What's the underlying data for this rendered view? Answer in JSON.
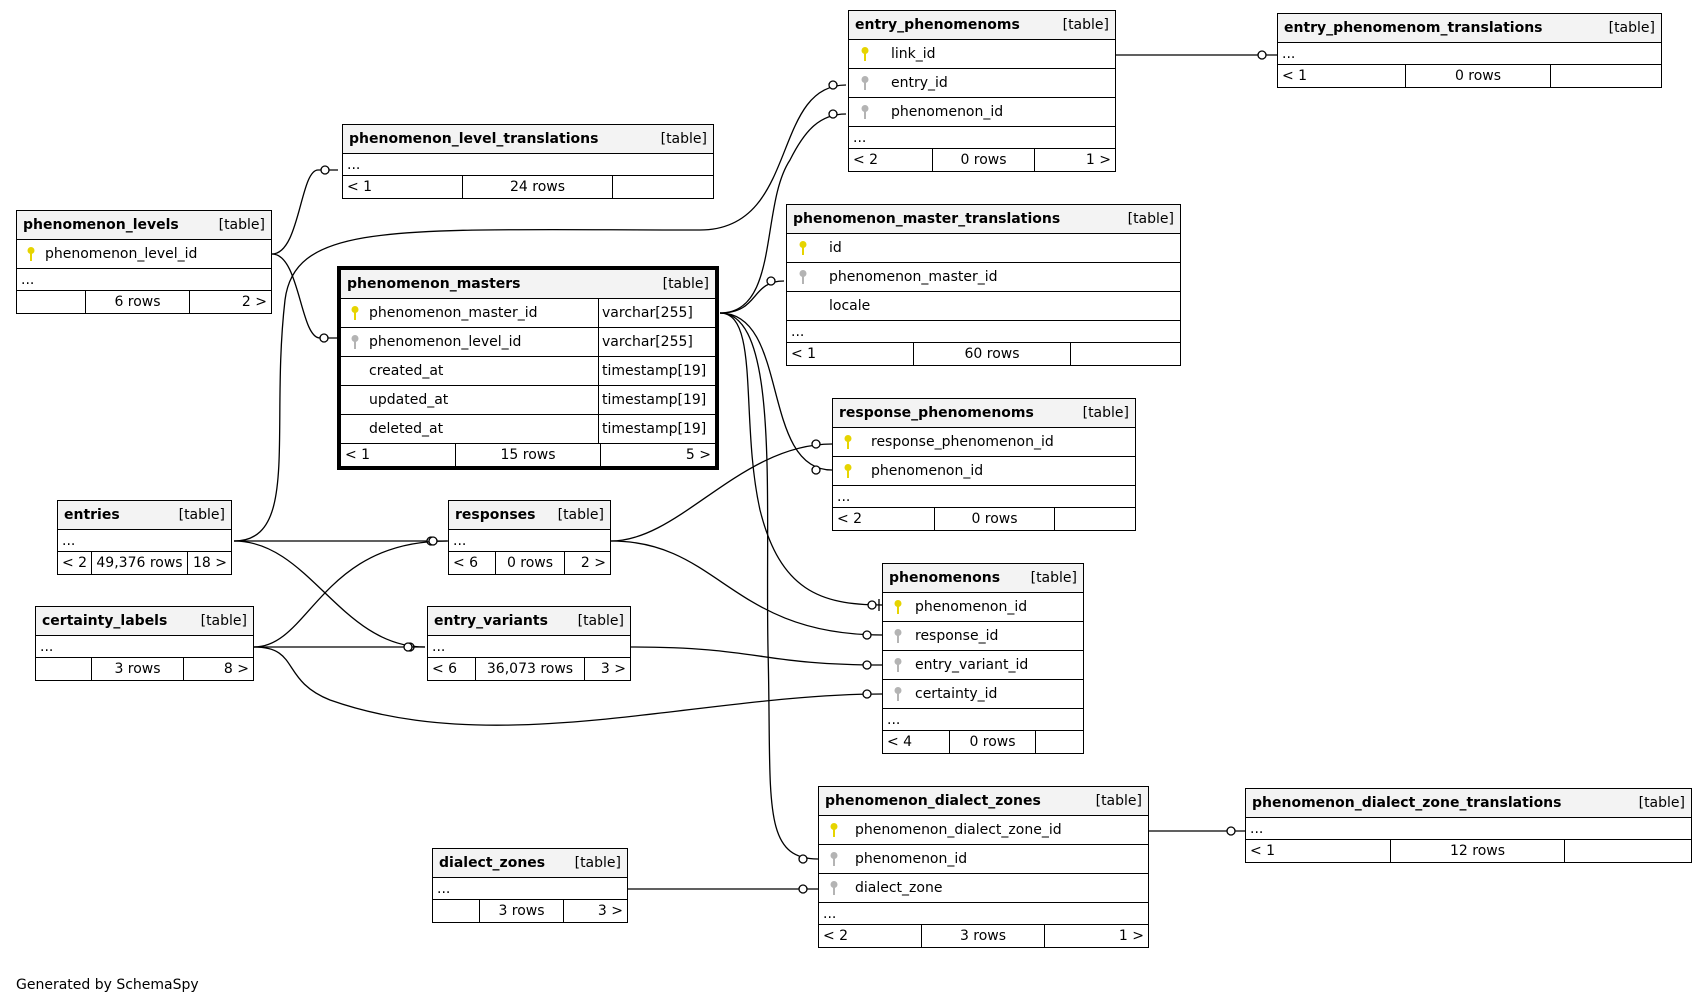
{
  "footer": {
    "generated_by": "Generated by SchemaSpy"
  },
  "colors": {
    "primary_key": "#e6d400",
    "foreign_key": "#b4b4b4"
  },
  "tables": {
    "phenomenon_levels": {
      "name": "phenomenon_levels",
      "tag": "[table]",
      "columns": [
        {
          "name": "phenomenon_level_id",
          "key": "primary-key-icon"
        }
      ],
      "more": "...",
      "foot": {
        "left": "",
        "mid": "6 rows",
        "right": "2 >"
      }
    },
    "phenomenon_level_translations": {
      "name": "phenomenon_level_translations",
      "tag": "[table]",
      "more": "...",
      "foot": {
        "left": "< 1",
        "mid": "24 rows",
        "right": ""
      }
    },
    "phenomenon_masters": {
      "name": "phenomenon_masters",
      "tag": "[table]",
      "columns": [
        {
          "name": "phenomenon_master_id",
          "type": "varchar[255]",
          "key": "primary-key-icon"
        },
        {
          "name": "phenomenon_level_id",
          "type": "varchar[255]",
          "key": "foreign-key-icon"
        },
        {
          "name": "created_at",
          "type": "timestamp[19]",
          "key": ""
        },
        {
          "name": "updated_at",
          "type": "timestamp[19]",
          "key": ""
        },
        {
          "name": "deleted_at",
          "type": "timestamp[19]",
          "key": ""
        }
      ],
      "foot": {
        "left": "< 1",
        "mid": "15 rows",
        "right": "5 >"
      }
    },
    "entries": {
      "name": "entries",
      "tag": "[table]",
      "more": "...",
      "foot": {
        "left": "< 2",
        "mid": "49,376 rows",
        "right": "18 >"
      }
    },
    "certainty_labels": {
      "name": "certainty_labels",
      "tag": "[table]",
      "more": "...",
      "foot": {
        "left": "",
        "mid": "3 rows",
        "right": "8 >"
      }
    },
    "responses": {
      "name": "responses",
      "tag": "[table]",
      "more": "...",
      "foot": {
        "left": "< 6",
        "mid": "0 rows",
        "right": "2 >"
      }
    },
    "entry_variants": {
      "name": "entry_variants",
      "tag": "[table]",
      "more": "...",
      "foot": {
        "left": "< 6",
        "mid": "36,073 rows",
        "right": "3 >"
      }
    },
    "dialect_zones": {
      "name": "dialect_zones",
      "tag": "[table]",
      "more": "...",
      "foot": {
        "left": "",
        "mid": "3 rows",
        "right": "3 >"
      }
    },
    "entry_phenomenoms": {
      "name": "entry_phenomenoms",
      "tag": "[table]",
      "columns": [
        {
          "name": "link_id",
          "key": "primary-key-icon"
        },
        {
          "name": "entry_id",
          "key": "foreign-key-icon"
        },
        {
          "name": "phenomenon_id",
          "key": "foreign-key-icon"
        }
      ],
      "more": "...",
      "foot": {
        "left": "< 2",
        "mid": "0 rows",
        "right": "1 >"
      }
    },
    "entry_phenomenom_translations": {
      "name": "entry_phenomenom_translations",
      "tag": "[table]",
      "more": "...",
      "foot": {
        "left": "< 1",
        "mid": "0 rows",
        "right": ""
      }
    },
    "phenomenon_master_translations": {
      "name": "phenomenon_master_translations",
      "tag": "[table]",
      "columns": [
        {
          "name": "id",
          "key": "primary-key-icon"
        },
        {
          "name": "phenomenon_master_id",
          "key": "foreign-key-icon"
        },
        {
          "name": "locale",
          "key": ""
        }
      ],
      "more": "...",
      "foot": {
        "left": "< 1",
        "mid": "60 rows",
        "right": ""
      }
    },
    "response_phenomenoms": {
      "name": "response_phenomenoms",
      "tag": "[table]",
      "columns": [
        {
          "name": "response_phenomenon_id",
          "key": "primary-key-icon"
        },
        {
          "name": "phenomenon_id",
          "key": "primary-key-icon"
        }
      ],
      "more": "...",
      "foot": {
        "left": "< 2",
        "mid": "0 rows",
        "right": ""
      }
    },
    "phenomenons": {
      "name": "phenomenons",
      "tag": "[table]",
      "columns": [
        {
          "name": "phenomenon_id",
          "key": "primary-key-icon"
        },
        {
          "name": "response_id",
          "key": "foreign-key-icon"
        },
        {
          "name": "entry_variant_id",
          "key": "foreign-key-icon"
        },
        {
          "name": "certainty_id",
          "key": "foreign-key-icon"
        }
      ],
      "more": "...",
      "foot": {
        "left": "< 4",
        "mid": "0 rows",
        "right": ""
      }
    },
    "phenomenon_dialect_zones": {
      "name": "phenomenon_dialect_zones",
      "tag": "[table]",
      "columns": [
        {
          "name": "phenomenon_dialect_zone_id",
          "key": "primary-key-icon"
        },
        {
          "name": "phenomenon_id",
          "key": "foreign-key-icon"
        },
        {
          "name": "dialect_zone",
          "key": "foreign-key-icon"
        }
      ],
      "more": "...",
      "foot": {
        "left": "< 2",
        "mid": "3 rows",
        "right": "1 >"
      }
    },
    "phenomenon_dialect_zone_translations": {
      "name": "phenomenon_dialect_zone_translations",
      "tag": "[table]",
      "more": "...",
      "foot": {
        "left": "< 1",
        "mid": "12 rows",
        "right": ""
      }
    }
  }
}
